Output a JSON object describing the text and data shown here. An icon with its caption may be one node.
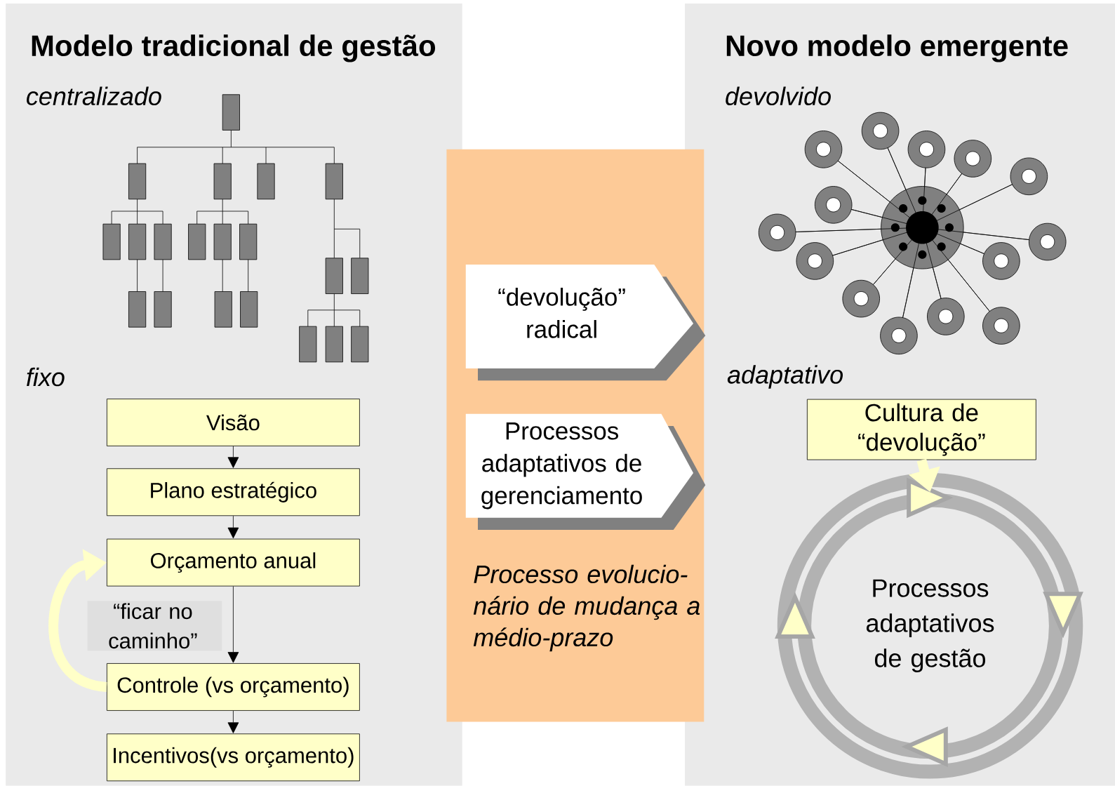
{
  "diagram": {
    "nodes": [
      {
        "text": [
          "Visão"
        ]
      },
      {
        "text": [
          "Plano estratégico"
        ]
      },
      {
        "text": [
          "Orçamento anual"
        ]
      },
      {
        "text": [
          "“ficar no caminho”"
        ]
      },
      {
        "text": [
          "Controle (vs orçamento)"
        ]
      },
      {
        "text": [
          "Incentivos(vs orçamento)"
        ]
      },
      {
        "text": [
          "“devolução” radical"
        ]
      },
      {
        "text": [
          "Processos adaptativos de gerenciamento"
        ]
      },
      {
        "text": [
          "Cultura de “devolução”"
        ]
      },
      {
        "text": [
          "Processos adaptativos de gestão"
        ]
      }
    ],
    "edges": [
      {
        "from": 0,
        "to": 1,
        "arrow": "to"
      },
      {
        "from": 1,
        "to": 2,
        "arrow": "to"
      },
      {
        "from": 2,
        "to": 4,
        "arrow": "to"
      },
      {
        "from": 4,
        "to": 5,
        "arrow": "to"
      },
      {
        "from": 4,
        "to": 2,
        "arrow": "to",
        "style": "thick",
        "color": "#ffffc8"
      },
      {
        "from": 8,
        "to": 9,
        "arrow": "to",
        "style": "thick",
        "color": "#ffffc8"
      }
    ],
    "labels": [
      "Modelo tradicional de gestão",
      "Novo modelo emergente",
      "centralizado",
      "devolvido",
      "fixo",
      "adaptativo",
      "Processo evolucio-nário de mudança a médio-prazo"
    ]
  }
}
